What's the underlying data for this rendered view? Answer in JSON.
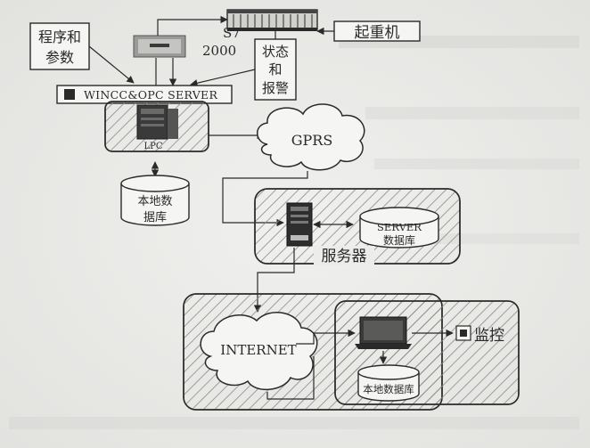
{
  "labels": {
    "program_params": [
      "程序和",
      "参数"
    ],
    "plc_model": [
      "S7",
      "2000"
    ],
    "crane": "起重机",
    "status_alarm": [
      "状态",
      "和",
      "报警"
    ],
    "wincc_opc": "WINCC&OPC SERVER",
    "plc": "LPC",
    "gprs": "GPRS",
    "local_db_top": [
      "本地数",
      "据库"
    ],
    "server_db": [
      "SERVER",
      "数据库"
    ],
    "server": "服务器",
    "internet": "INTERNET",
    "local_db_bottom": "本地数据库",
    "monitor": "监控"
  },
  "colors": {
    "ink": "#2a2a2a",
    "paper": "#ececea",
    "box_fill": "#f5f5f3",
    "hatch": "#8a8a88"
  },
  "icons": [
    "plc-rack-icon",
    "crane-icon",
    "computer-tower-icon",
    "server-tower-icon",
    "laptop-icon",
    "database-cylinder-icon",
    "monitor-camera-icon",
    "cloud-icon"
  ]
}
